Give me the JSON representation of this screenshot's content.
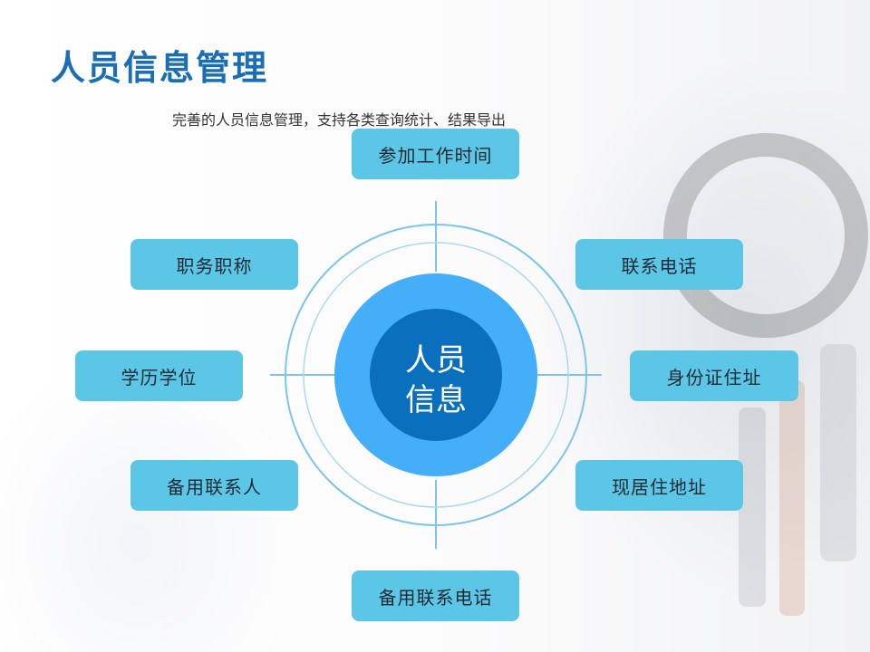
{
  "slide": {
    "title": "人员信息管理",
    "subtitle": "完善的人员信息管理，支持各类查询统计、结果导出"
  },
  "diagram": {
    "center": {
      "line1": "人员",
      "line2": "信息"
    },
    "nodes": {
      "top": "参加工作时间",
      "upper_left": "职务职称",
      "upper_right": "联系电话",
      "mid_left": "学历学位",
      "mid_right": "身份证住址",
      "lower_left": "备用联系人",
      "lower_right": "现居住地址",
      "bottom": "备用联系电话"
    },
    "colors": {
      "node_fill": "#5cc6e6",
      "outer_circle": "#45aef8",
      "inner_circle": "#0a6fbd",
      "ring_stroke": "#7cc4ea",
      "title": "#1a6fb4"
    }
  }
}
